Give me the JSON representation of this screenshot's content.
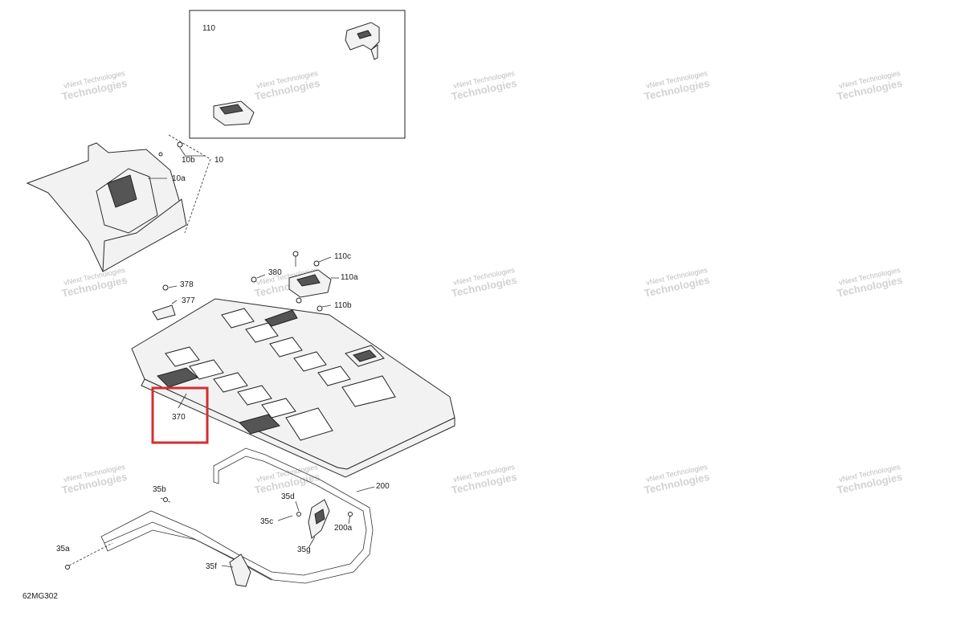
{
  "diagram_code": "62MG302",
  "watermark": {
    "line1": "vNext",
    "line2": "Technologies",
    "full": "vNext Technologies"
  },
  "highlight": {
    "color": "#d32f2f",
    "label": "370"
  },
  "callouts": {
    "c110": "110",
    "c10": "10",
    "c10a": "10a",
    "c10b": "10b",
    "c380": "380",
    "c110c": "110c",
    "c110a": "110a",
    "c110b": "110b",
    "c378": "378",
    "c377": "377",
    "c370": "370",
    "c200": "200",
    "c200a": "200a",
    "c35b": "35b",
    "c35d": "35d",
    "c35c": "35c",
    "c35g": "35g",
    "c35a": "35a",
    "c35f": "35f"
  }
}
